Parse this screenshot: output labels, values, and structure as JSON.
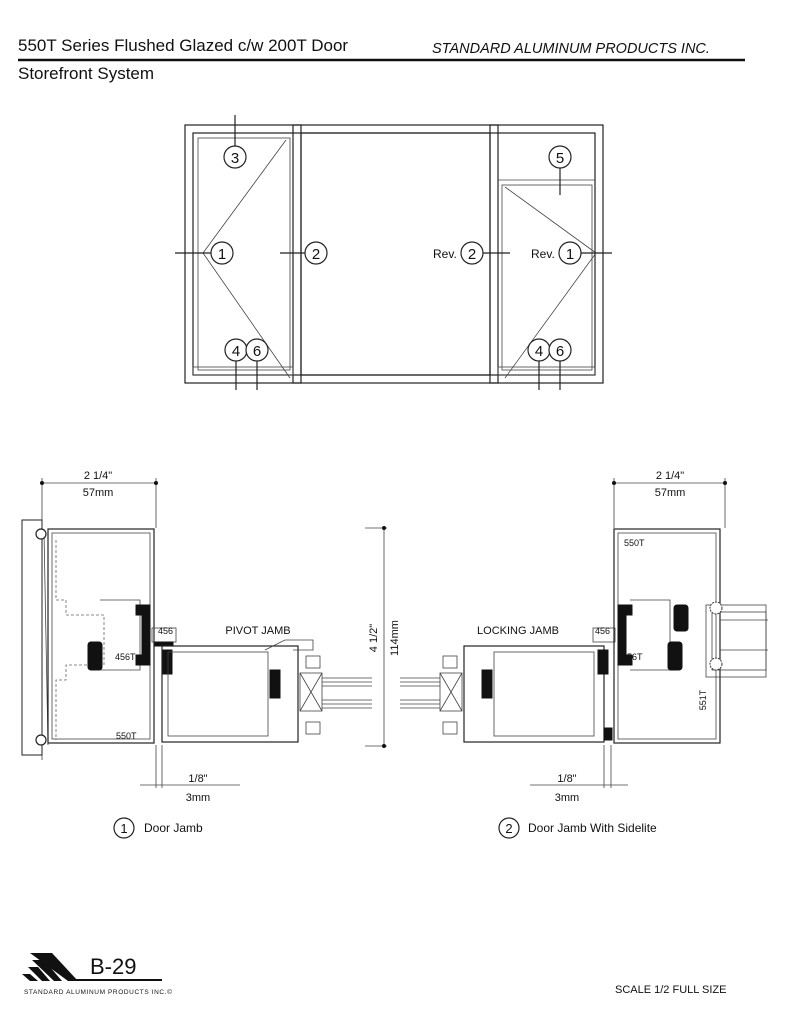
{
  "header": {
    "title": "550T Series Flushed Glazed c/w 200T Door",
    "subtitle": "Storefront System",
    "company": "STANDARD ALUMINUM PRODUCTS INC."
  },
  "elevation": {
    "callouts": {
      "c3": "3",
      "c1_left": "1",
      "c2_left": "2",
      "c2_right": "2",
      "c1_right": "1",
      "c5": "5",
      "c4_left": "4",
      "c6_left": "6",
      "c4_right": "4",
      "c6_right": "6"
    },
    "rev_label": "Rev."
  },
  "sections": {
    "left_width_in": "2 1/4\"",
    "left_width_mm": "57mm",
    "right_width_in": "2 1/4\"",
    "right_width_mm": "57mm",
    "height_in": "4 1/2\"",
    "height_mm": "114mm",
    "pivot_label": "PIVOT JAMB",
    "locking_label": "LOCKING JAMB",
    "part_456_left": "456",
    "part_456T_left": "456T",
    "part_550T_left": "550T",
    "part_456_right": "456",
    "part_456T_right": "456T",
    "part_550T_right": "550T",
    "part_551T": "551T",
    "gap_left_in": "1/8\"",
    "gap_left_mm": "3mm",
    "gap_right_in": "1/8\"",
    "gap_right_mm": "3mm"
  },
  "captions": [
    {
      "num": "1",
      "label": "Door Jamb"
    },
    {
      "num": "2",
      "label": "Door Jamb With Sidelite"
    }
  ],
  "footer": {
    "page_number": "B-29",
    "logo_text": "STANDARD ALUMINUM PRODUCTS INC.©",
    "scale": "SCALE 1/2 FULL SIZE"
  }
}
